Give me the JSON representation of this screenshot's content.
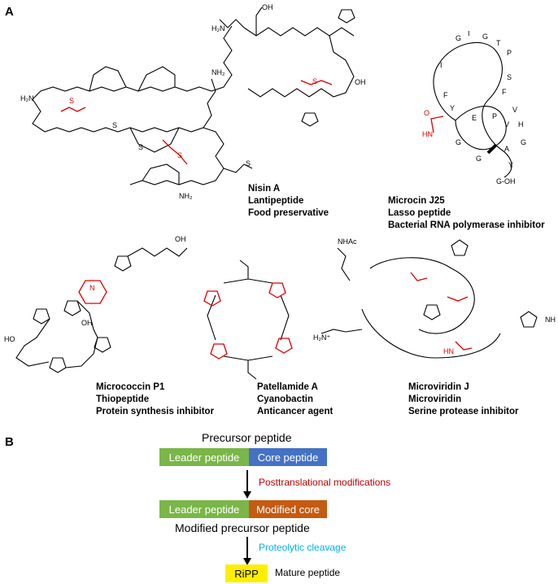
{
  "panel_a": {
    "letter": "A",
    "molecules": [
      {
        "id": "nisin",
        "name": "Nisin A",
        "class": "Lantipeptide",
        "use": "Food preservative"
      },
      {
        "id": "microcin",
        "name": "Microcin J25",
        "class": "Lasso peptide",
        "use": "Bacterial RNA polymerase inhibitor"
      },
      {
        "id": "micrococcin",
        "name": "Micrococcin P1",
        "class": "Thiopeptide",
        "use": "Protein synthesis inhibitor"
      },
      {
        "id": "patellamide",
        "name": "Patellamide A",
        "class": "Cyanobactin",
        "use": "Anticancer agent"
      },
      {
        "id": "microviridin",
        "name": "Microviridin J",
        "class": "Microviridin",
        "use": "Serine protease inhibitor"
      }
    ],
    "structure_labels": {
      "h2n": "H₂N",
      "nh2": "NH₂",
      "oh": "OH",
      "o": "O",
      "s": "S",
      "n": "N",
      "nh": "NH",
      "hn": "HN",
      "nhac": "NHAc",
      "h2n_plus": "H₂N⁺",
      "ho": "HO"
    },
    "lasso_residues": [
      "G",
      "I",
      "G",
      "T",
      "P",
      "I",
      "S",
      "F",
      "F",
      "Y",
      "V",
      "H",
      "A",
      "G",
      "Y",
      "G",
      "G",
      "E",
      "P",
      "V",
      "G-OH"
    ]
  },
  "panel_b": {
    "letter": "B",
    "precursor_title": "Precursor peptide",
    "leader_label": "Leader peptide",
    "core_label": "Core peptide",
    "ptm_label": "Posttranslational modifications",
    "modified_core_label": "Modified core",
    "modified_precursor_title": "Modified precursor peptide",
    "cleavage_label": "Proteolytic cleavage",
    "ripp_label": "RiPP",
    "mature_label": "Mature peptide",
    "colors": {
      "leader": "#7ab648",
      "core": "#4472c4",
      "modified_core": "#c55a11",
      "ripp": "#ffee00",
      "ptm_text": "#c00000",
      "cleavage_text": "#00b0f0",
      "modification_red": "#e00000"
    }
  }
}
